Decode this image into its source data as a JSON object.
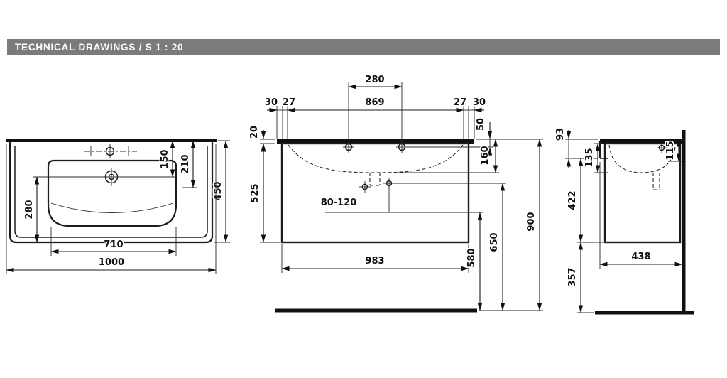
{
  "header": {
    "title": "TECHNICAL DRAWINGS / S 1 : 20"
  },
  "views": {
    "top_view": {
      "dims": {
        "front_to_drain": "280",
        "back_to_drain": "150",
        "back_to_bowl": "210",
        "total_depth": "450",
        "bowl_width": "710",
        "total_width": "1000"
      }
    },
    "front_view": {
      "dims": {
        "tap_hole_spacing": "280",
        "tap_hole_span": "869",
        "overhang_left": "30",
        "inset_left": "27",
        "inset_right": "27",
        "overhang_right": "30",
        "top_thickness": "20",
        "tap_offset": "50",
        "bowl_depth": "160",
        "cabinet_height": "525",
        "trap_range": "80-120",
        "cabinet_width": "983",
        "drain_height": "580",
        "supply_height": "650",
        "rim_height": "900"
      }
    },
    "side_view": {
      "dims": {
        "front_apron": "93",
        "bowl_inner_depth": "135",
        "back_apron": "115",
        "body_height": "422",
        "floor_clearance": "357",
        "total_depth": "438"
      }
    }
  }
}
